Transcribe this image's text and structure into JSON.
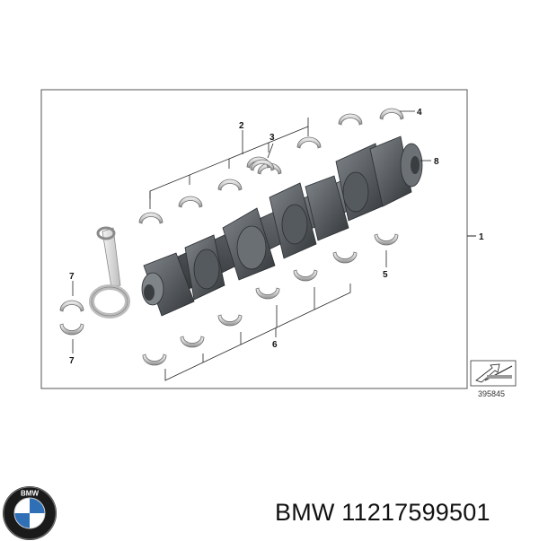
{
  "diagram": {
    "callouts": {
      "c1": "1",
      "c2": "2",
      "c3": "3",
      "c4": "4",
      "c5": "5",
      "c6": "6",
      "c7a": "7",
      "c7b": "7",
      "c8": "8"
    },
    "reference_number": "395845"
  },
  "caption": {
    "brand": "BMW",
    "part_number": "11217599501"
  },
  "logo": {
    "letters": "BMW",
    "colors": {
      "blue": "#2f6fb5",
      "white": "#ffffff",
      "ring": "#1a1a1a"
    }
  },
  "colors": {
    "crank_dark": "#3f4347",
    "crank_mid": "#6b7075",
    "crank_light": "#9ca1a6",
    "bearing_light": "#e2e2e2",
    "bearing_dark": "#9a9a9a",
    "frame": "#555555"
  }
}
